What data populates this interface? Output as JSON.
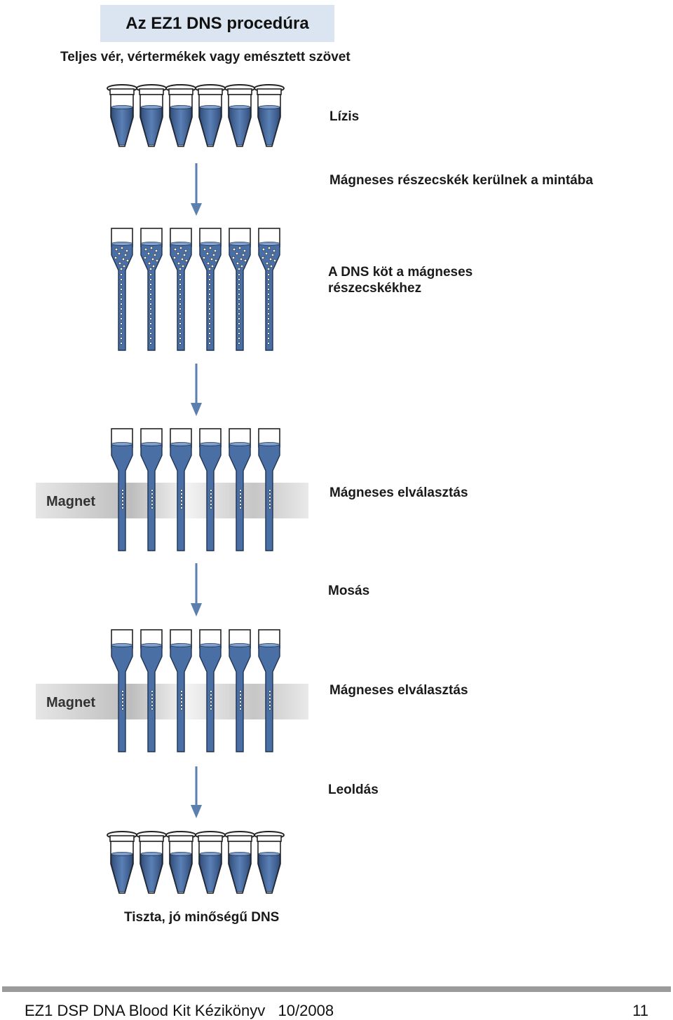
{
  "title": "Az EZ1 DNS procedúra",
  "subtitle": "Teljes vér, vértermékek vagy emésztett szövet",
  "steps": {
    "lysis": "Lízis",
    "add_particles": "Mágneses részecskék kerülnek a mintába",
    "binding_line1": "A DNS köt a mágneses",
    "binding_line2": "részecskékhez",
    "separation_1": "Mágneses elválasztás",
    "wash": "Mosás",
    "separation_2": "Mágneses elválasztás",
    "elution": "Leoldás",
    "result": "Tiszta, jó minőségű DNS"
  },
  "magnet_label": "Magnet",
  "footer": {
    "left": "EZ1 DSP DNA Blood Kit Kézikönyv   10/2008",
    "page": "11"
  },
  "colors": {
    "liquid": "#4a6fa5",
    "liquid_dark": "#1f3252",
    "arrow": "#5b7fae",
    "title_bg": "#dbe5f1",
    "magnet": "#d0d0d0",
    "footer_bar": "#9b9b9b"
  }
}
